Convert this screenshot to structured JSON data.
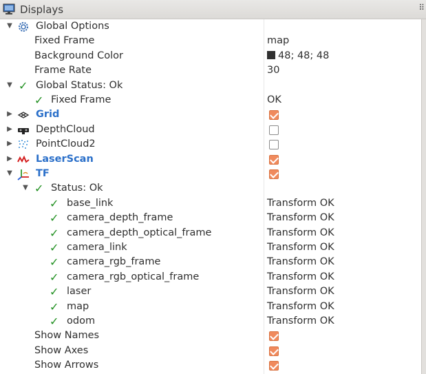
{
  "window": {
    "title": "Displays"
  },
  "global_options": {
    "label": "Global Options",
    "fixed_frame": {
      "label": "Fixed Frame",
      "value": "map"
    },
    "background_color": {
      "label": "Background Color",
      "value": "48; 48; 48",
      "swatch": "#303030"
    },
    "frame_rate": {
      "label": "Frame Rate",
      "value": "30"
    }
  },
  "global_status": {
    "label": "Global Status: Ok",
    "fixed_frame": {
      "label": "Fixed Frame",
      "value": "OK"
    }
  },
  "displays": [
    {
      "label": "Grid",
      "enabled": true,
      "highlight": true,
      "icon": "grid-icon"
    },
    {
      "label": "DepthCloud",
      "enabled": false,
      "highlight": false,
      "icon": "depth-camera-icon"
    },
    {
      "label": "PointCloud2",
      "enabled": false,
      "highlight": false,
      "icon": "pointcloud-icon"
    },
    {
      "label": "LaserScan",
      "enabled": true,
      "highlight": true,
      "icon": "laserscan-icon"
    },
    {
      "label": "TF",
      "enabled": true,
      "highlight": true,
      "icon": "tf-axes-icon"
    }
  ],
  "tf": {
    "status_label": "Status: Ok",
    "frames": [
      {
        "label": "base_link",
        "status": "Transform OK"
      },
      {
        "label": "camera_depth_frame",
        "status": "Transform OK"
      },
      {
        "label": "camera_depth_optical_frame",
        "status": "Transform OK"
      },
      {
        "label": "camera_link",
        "status": "Transform OK"
      },
      {
        "label": "camera_rgb_frame",
        "status": "Transform OK"
      },
      {
        "label": "camera_rgb_optical_frame",
        "status": "Transform OK"
      },
      {
        "label": "laser",
        "status": "Transform OK"
      },
      {
        "label": "map",
        "status": "Transform OK"
      },
      {
        "label": "odom",
        "status": "Transform OK"
      }
    ],
    "show_names": {
      "label": "Show Names",
      "enabled": true
    },
    "show_axes": {
      "label": "Show Axes",
      "enabled": true
    },
    "show_arrows": {
      "label": "Show Arrows",
      "enabled": true
    }
  },
  "colors": {
    "check": "#1f8f1f",
    "link": "#2a6fc9",
    "checkbox_on": "#f08a5d"
  }
}
